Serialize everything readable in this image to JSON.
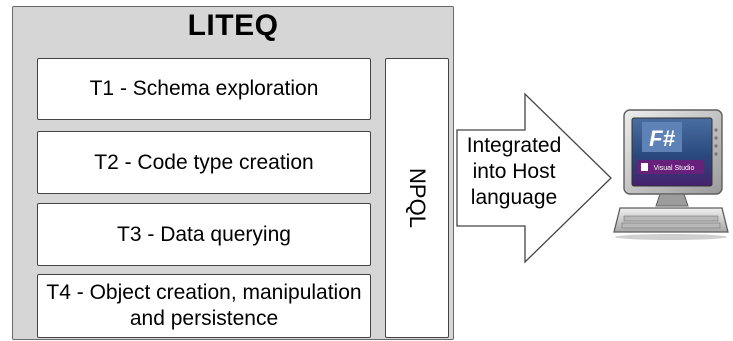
{
  "liteq": {
    "title": "LITEQ",
    "tasks": [
      "T1 - Schema exploration",
      "T2 - Code type creation",
      "T3 - Data querying",
      "T4 - Object creation, manipulation and persistence"
    ],
    "side_label": "NPQL"
  },
  "arrow": {
    "lines": [
      "Integrated",
      "into Host",
      "language"
    ]
  },
  "computer": {
    "screen_logo": "F#",
    "product_label": "Visual Studio",
    "icon": "computer-icon"
  }
}
